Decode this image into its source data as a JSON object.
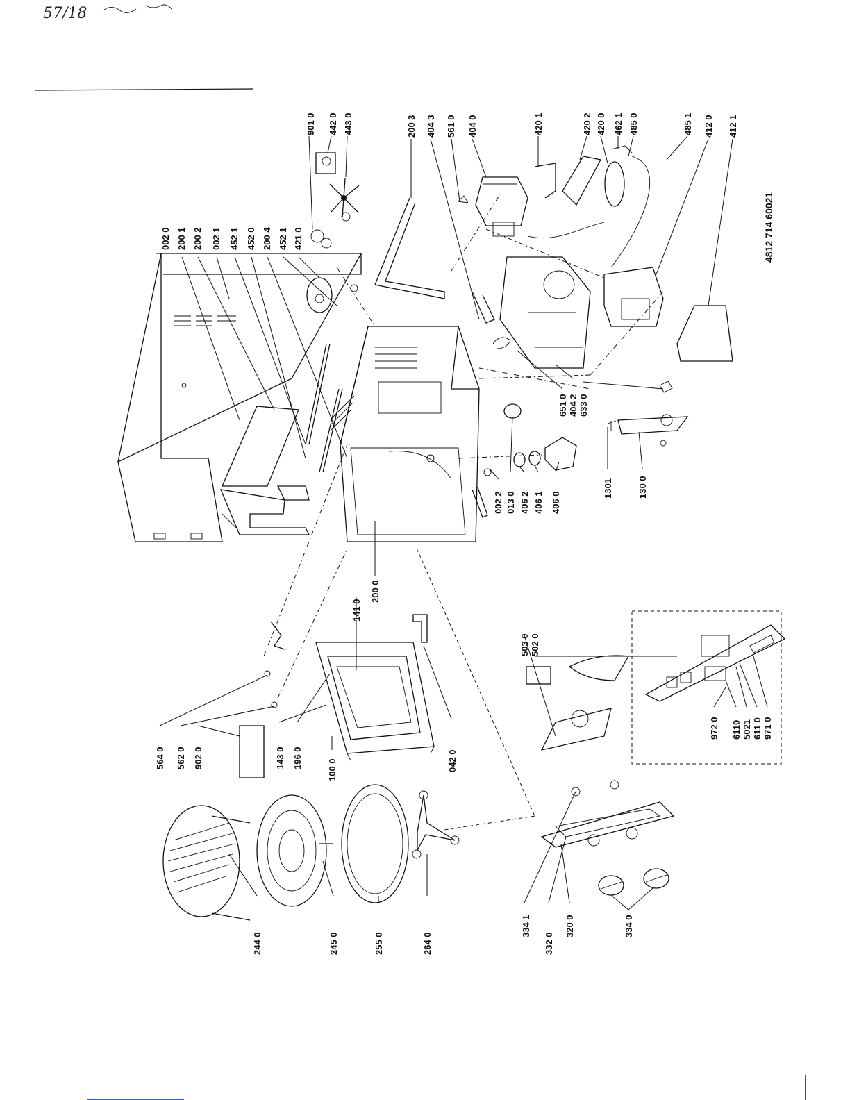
{
  "handwritten_note": "57/18",
  "doc_number": "4812 714 60021",
  "part_labels": {
    "p0020": "002 0",
    "p2001": "200 1",
    "p2002": "200 2",
    "p0021": "002 1",
    "p4521a": "452 1",
    "p4520": "452 0",
    "p2004": "200 4",
    "p4521b": "452 1",
    "p4210": "421 0",
    "p9010": "901 0",
    "p4420": "442 0",
    "p4430": "443 0",
    "p2003": "200 3",
    "p4043": "404 3",
    "p5610": "561 0",
    "p4040": "404 0",
    "p4201": "420 1",
    "p4202": "420 2",
    "p4200": "420 0",
    "p4621": "462 1",
    "p4850": "485 0",
    "p4851": "485 1",
    "p4120": "412 0",
    "p4121": "412 1",
    "p6510": "651 0",
    "p4042": "404 2",
    "p6330": "633 0",
    "p0022": "002 2",
    "p0130": "013 0",
    "p4062": "406 2",
    "p4061": "406 1",
    "p4060": "406 0",
    "p1301": "1301",
    "p1300": "130 0",
    "p2000": "200 0",
    "p1410": "141 0",
    "p5030": "503 0",
    "p5020": "502 0",
    "p9720": "972 0",
    "p6110": "6110",
    "p5021": "5021",
    "p6111": "611 0",
    "p9710": "971 0",
    "p5640": "564 0",
    "p5620": "562 0",
    "p9020": "902 0",
    "p1430": "143 0",
    "p1960": "196 0",
    "p1000": "100 0",
    "p0420": "042 0",
    "p2440": "244 0",
    "p2450": "245 0",
    "p2550": "255 0",
    "p2640": "264 0",
    "p3341": "334 1",
    "p3320": "332 0",
    "p3200": "320 0",
    "p3340": "334 0"
  }
}
